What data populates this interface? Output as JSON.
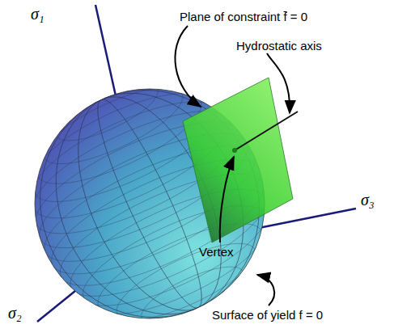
{
  "diagram": {
    "labels": [
      "σ₁",
      "σ₂",
      "σ₃",
      "Plane of constraint f̄ = 0",
      "Hydrostatic axis",
      "Vertex",
      "Surface of yield f = 0"
    ]
  }
}
